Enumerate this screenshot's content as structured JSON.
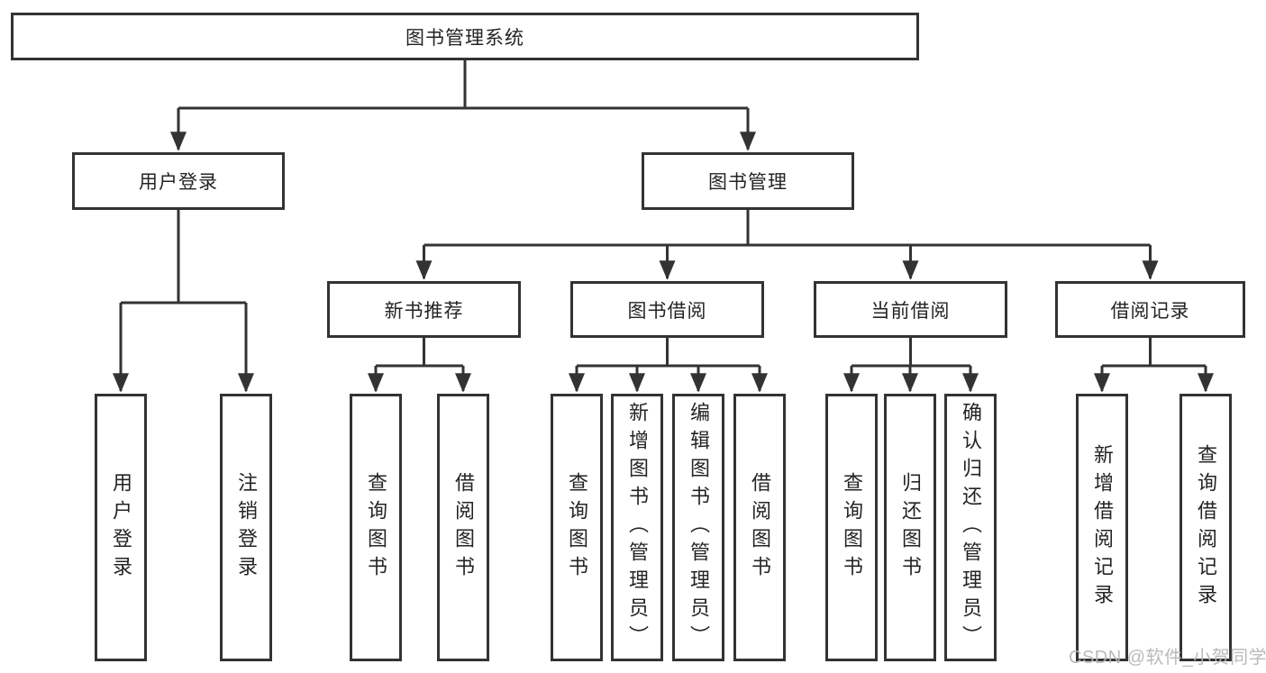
{
  "watermark": {
    "text": "CSDN @软件_小贺同学",
    "color": "#b6b6b6"
  },
  "colors": {
    "line": "#333333",
    "box_border": "#333333",
    "box_fill": "#ffffff",
    "text": "#242424",
    "background": "#ffffff"
  },
  "diagram": {
    "root": {
      "label": "图书管理系统"
    },
    "level1": [
      {
        "label": "用户登录",
        "children": [
          {
            "label": "用户登录"
          },
          {
            "label": "注销登录"
          }
        ]
      },
      {
        "label": "图书管理",
        "children": [
          {
            "label": "新书推荐",
            "children": [
              {
                "label": "查询图书"
              },
              {
                "label": "借阅图书"
              }
            ]
          },
          {
            "label": "图书借阅",
            "children": [
              {
                "label": "查询图书"
              },
              {
                "label": "新增图书（管理员）"
              },
              {
                "label": "编辑图书（管理员）"
              },
              {
                "label": "借阅图书"
              }
            ]
          },
          {
            "label": "当前借阅",
            "children": [
              {
                "label": "查询图书"
              },
              {
                "label": "归还图书"
              },
              {
                "label": "确认归还（管理员）"
              }
            ]
          },
          {
            "label": "借阅记录",
            "children": [
              {
                "label": "新增借阅记录"
              },
              {
                "label": "查询借阅记录"
              }
            ]
          }
        ]
      }
    ]
  }
}
